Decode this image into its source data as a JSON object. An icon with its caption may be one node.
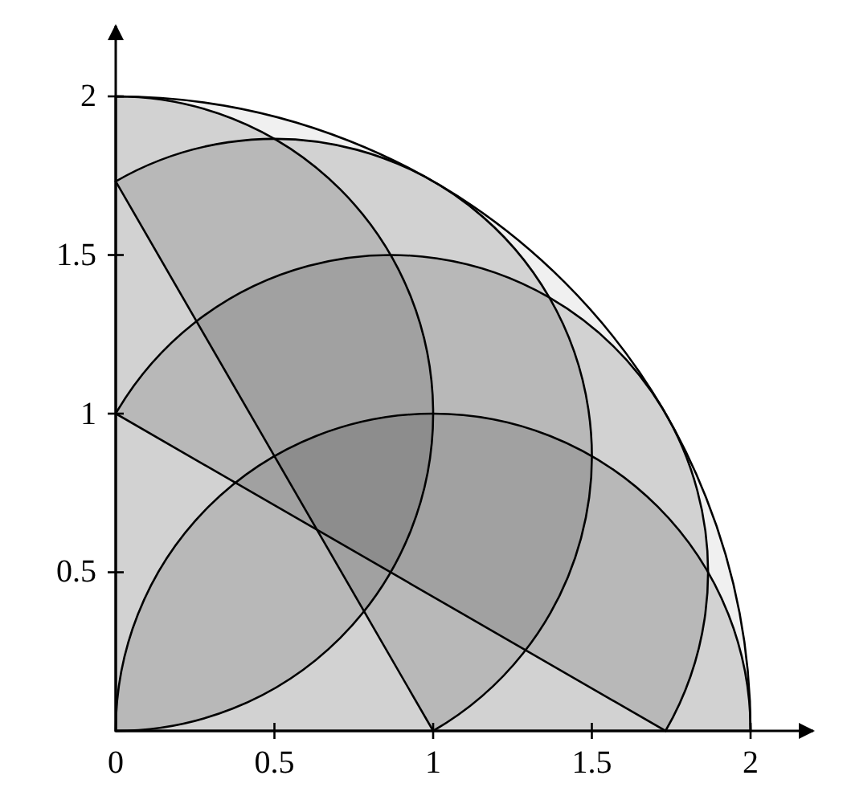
{
  "diagram": {
    "labels": [
      "2",
      "1.5",
      "1",
      "0.5",
      "0",
      "0.5",
      "1",
      "1.5",
      "2"
    ]
  }
}
